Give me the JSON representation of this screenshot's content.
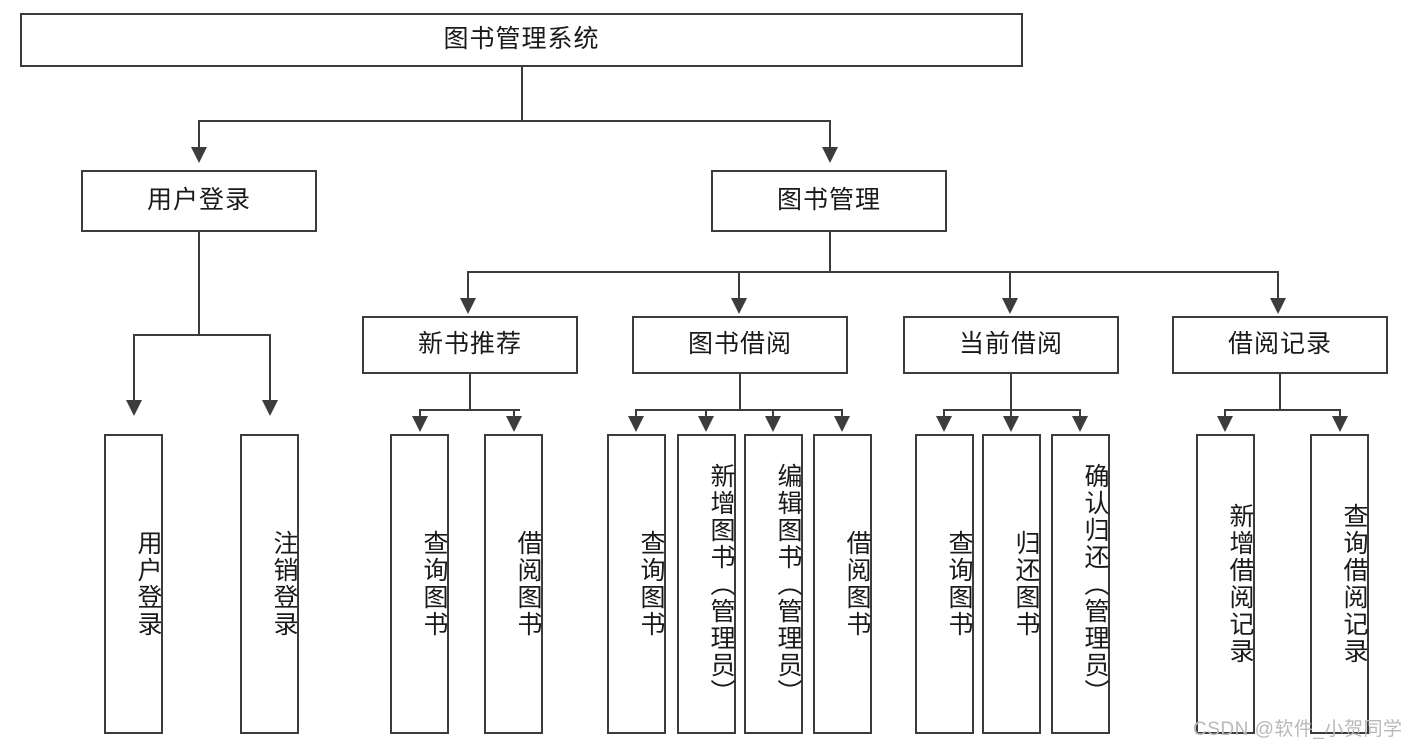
{
  "diagram": {
    "title": "图书管理系统",
    "type": "hierarchy-tree",
    "watermark": "CSDN @软件_小贺同学",
    "colors": {
      "stroke": "#3c3c3c",
      "fill": "#ffffff",
      "text": "#1a1a1a",
      "watermark": "#b9b9b9"
    },
    "root": {
      "label": "图书管理系统"
    },
    "level2": [
      {
        "label": "用户登录"
      },
      {
        "label": "图书管理"
      }
    ],
    "level3": [
      {
        "label": "新书推荐"
      },
      {
        "label": "图书借阅"
      },
      {
        "label": "当前借阅"
      },
      {
        "label": "借阅记录"
      }
    ],
    "leaves": {
      "user_login": [
        {
          "label": "用户登录"
        },
        {
          "label": "注销登录"
        }
      ],
      "new_book": [
        {
          "label": "查询图书"
        },
        {
          "label": "借阅图书"
        }
      ],
      "book_borrow": [
        {
          "label": "查询图书"
        },
        {
          "label": "新增图书（管理员）"
        },
        {
          "label": "编辑图书（管理员）"
        },
        {
          "label": "借阅图书"
        }
      ],
      "current_borrow": [
        {
          "label": "查询图书"
        },
        {
          "label": "归还图书"
        },
        {
          "label": "确认归还（管理员）"
        }
      ],
      "borrow_record": [
        {
          "label": "新增借阅记录"
        },
        {
          "label": "查询借阅记录"
        }
      ]
    }
  }
}
